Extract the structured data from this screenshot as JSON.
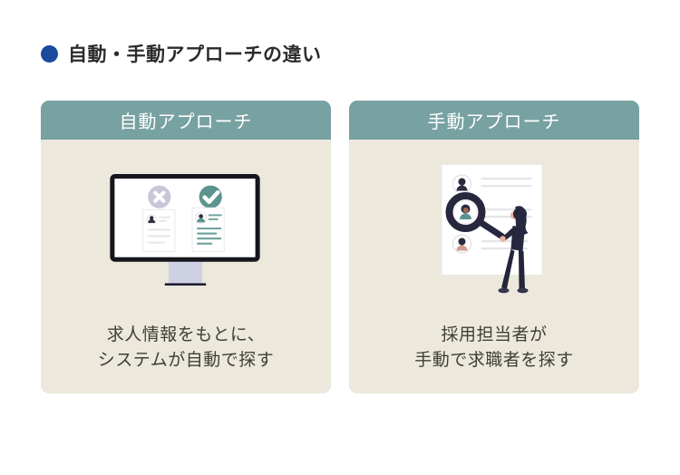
{
  "title": {
    "text": "自動・手動アプローチの違い"
  },
  "cards": [
    {
      "header": "自動アプローチ",
      "caption": [
        "求人情報をもとに、",
        "システムが自動で探す"
      ],
      "illustration": "automatic-screening-monitor"
    },
    {
      "header": "手動アプローチ",
      "caption": [
        "採用担当者が",
        "手動で求職者を探す"
      ],
      "illustration": "recruiter-with-magnifier"
    }
  ],
  "colors": {
    "accent_blue": "#1b4a9f",
    "title_text": "#2b2b2b",
    "header_bg": "#78a1a1",
    "header_text": "#ffffff",
    "card_bg": "#ece8dc",
    "caption_text": "#403e38",
    "monitor_frame": "#15151c",
    "gray_circle": "#c8c7d9",
    "teal": "#5b948f",
    "teal_line": "#72a5a0",
    "gray_line": "#e5e5ea",
    "stand": "#ced1e3",
    "figure": "#27273e",
    "page_bg": "#ffffff"
  }
}
